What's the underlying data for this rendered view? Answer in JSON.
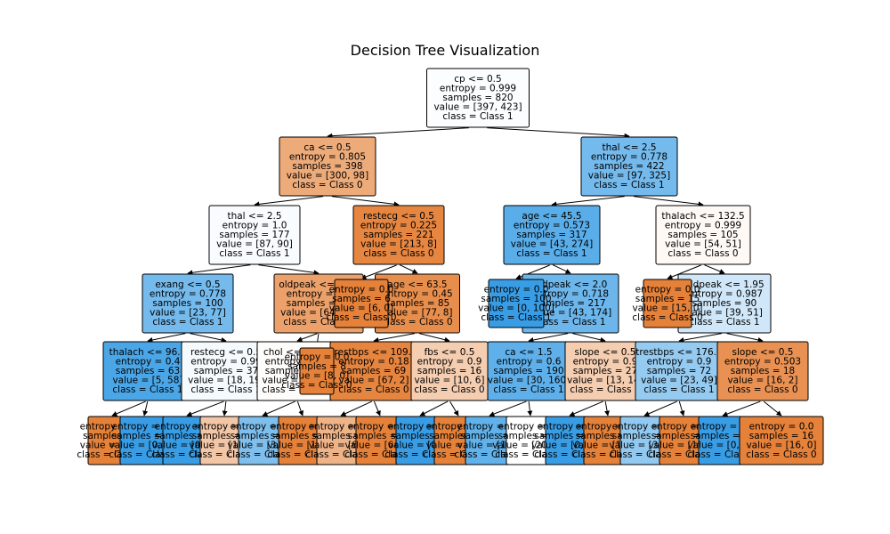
{
  "title": "Decision Tree Visualization",
  "colors": {
    "class0": "#e58139",
    "class1": "#399de5",
    "edge": "#000000",
    "border": "#000000"
  },
  "nodes": [
    {
      "id": "root",
      "lines": [
        "cp <= 0.5",
        "entropy = 0.999",
        "samples = 820",
        "value = [397, 423]",
        "class = Class 1"
      ],
      "cls": 1,
      "purity": 0.02
    },
    {
      "id": "n1",
      "lines": [
        "ca <= 0.5",
        "entropy = 0.805",
        "samples = 398",
        "value = [300, 98]",
        "class = Class 0"
      ],
      "cls": 0,
      "purity": 0.67
    },
    {
      "id": "n2",
      "lines": [
        "thal <= 2.5",
        "entropy = 0.778",
        "samples = 422",
        "value = [97, 325]",
        "class = Class 1"
      ],
      "cls": 1,
      "purity": 0.7
    },
    {
      "id": "n11",
      "lines": [
        "thal <= 2.5",
        "entropy = 1.0",
        "samples = 177",
        "value = [87, 90]",
        "class = Class 1"
      ],
      "cls": 1,
      "purity": 0.03
    },
    {
      "id": "n12",
      "lines": [
        "restecg <= 0.5",
        "entropy = 0.225",
        "samples = 221",
        "value = [213, 8]",
        "class = Class 0"
      ],
      "cls": 0,
      "purity": 0.96
    },
    {
      "id": "n21",
      "lines": [
        "age <= 45.5",
        "entropy = 0.573",
        "samples = 317",
        "value = [43, 274]",
        "class = Class 1"
      ],
      "cls": 1,
      "purity": 0.84
    },
    {
      "id": "n22",
      "lines": [
        "thalach <= 132.5",
        "entropy = 0.999",
        "samples = 105",
        "value = [54, 51]",
        "class = Class 0"
      ],
      "cls": 0,
      "purity": 0.05
    },
    {
      "id": "n111",
      "lines": [
        "exang <= 0.5",
        "entropy = 0.778",
        "samples = 100",
        "value = [23, 77]",
        "class = Class 1"
      ],
      "cls": 1,
      "purity": 0.7
    },
    {
      "id": "n112",
      "lines": [
        "oldpeak <= 0.65",
        "entropy = 0.5",
        "samples = 77",
        "value = [64, 13]",
        "class = Class 0"
      ],
      "cls": 0,
      "purity": 0.75
    },
    {
      "id": "n121",
      "lines": [
        "entropy = 0.0",
        "samples = 6",
        "value = [6, 0]",
        "class = Class 0"
      ],
      "cls": 0,
      "purity": 1.0
    },
    {
      "id": "n122",
      "lines": [
        "age <= 63.5",
        "entropy = 0.45",
        "samples = 85",
        "value = [77, 8]",
        "class = Class 0"
      ],
      "cls": 0,
      "purity": 0.9
    },
    {
      "id": "n211",
      "lines": [
        "entropy = 0.0",
        "samples = 100",
        "value = [0, 100]",
        "class = Class 1"
      ],
      "cls": 1,
      "purity": 1.0
    },
    {
      "id": "n212",
      "lines": [
        "oldpeak <= 2.0",
        "entropy = 0.718",
        "samples = 217",
        "value = [43, 174]",
        "class = Class 1"
      ],
      "cls": 1,
      "purity": 0.74
    },
    {
      "id": "n221",
      "lines": [
        "entropy = 0.0",
        "samples = 15",
        "value = [15, 0]",
        "class = Class 0"
      ],
      "cls": 0,
      "purity": 1.0
    },
    {
      "id": "n222",
      "lines": [
        "oldpeak <= 1.95",
        "entropy = 0.987",
        "samples = 90",
        "value = [39, 51]",
        "class = Class 1"
      ],
      "cls": 1,
      "purity": 0.24
    },
    {
      "id": "n1111",
      "lines": [
        "thalach <= 96.5",
        "entropy = 0.4",
        "samples = 63",
        "value = [5, 58]",
        "class = Class 1"
      ],
      "cls": 1,
      "purity": 0.91
    },
    {
      "id": "n1112",
      "lines": [
        "restecg <= 0.5",
        "entropy = 0.99",
        "samples = 37",
        "value = [18, 19]",
        "class = Class 1"
      ],
      "cls": 1,
      "purity": 0.05
    },
    {
      "id": "n1121",
      "lines": [
        "chol <= 220.5",
        "entropy = 0.9",
        "samples = 19",
        "value = [13, 6]",
        "class = Class 0"
      ],
      "cls": 0,
      "purity": 0.02
    },
    {
      "id": "n1122",
      "lines": [
        "entropy = 0.0",
        "samples = 8",
        "value = [8, 0]",
        "class = Class 0"
      ],
      "cls": 0,
      "purity": 1.0
    },
    {
      "id": "n1221",
      "lines": [
        "trestbps <= 109.0",
        "entropy = 0.18",
        "samples = 69",
        "value = [67, 2]",
        "class = Class 0"
      ],
      "cls": 0,
      "purity": 0.97
    },
    {
      "id": "n1222",
      "lines": [
        "fbs <= 0.5",
        "entropy = 0.9",
        "samples = 16",
        "value = [10, 6]",
        "class = Class 0"
      ],
      "cls": 0,
      "purity": 0.4
    },
    {
      "id": "n2121",
      "lines": [
        "ca <= 1.5",
        "entropy = 0.6",
        "samples = 190",
        "value = [30, 160]",
        "class = Class 1"
      ],
      "cls": 1,
      "purity": 0.81
    },
    {
      "id": "n2122",
      "lines": [
        "slope <= 0.5",
        "entropy = 0.9",
        "samples = 27",
        "value = [13, 14]",
        "class = Class 0"
      ],
      "cls": 0,
      "purity": 0.4
    },
    {
      "id": "n2221",
      "lines": [
        "trestbps <= 176.0",
        "entropy = 0.9",
        "samples = 72",
        "value = [23, 49]",
        "class = Class 1"
      ],
      "cls": 1,
      "purity": 0.53
    },
    {
      "id": "n2222",
      "lines": [
        "slope <= 0.5",
        "entropy = 0.503",
        "samples = 18",
        "value = [16, 2]",
        "class = Class 0"
      ],
      "cls": 0,
      "purity": 0.87
    },
    {
      "id": "L1",
      "lines": [
        "entropy = 0.0",
        "samples = 5",
        "value = [5, 0]",
        "class = Class 0"
      ],
      "cls": 0,
      "purity": 1.0
    },
    {
      "id": "L2",
      "lines": [
        "entropy = 0.0",
        "samples = 58",
        "value = [0, 58]",
        "class = Class 1"
      ],
      "cls": 1,
      "purity": 1.0
    },
    {
      "id": "L3",
      "lines": [
        "entropy = 0.0",
        "samples = 10",
        "value = [0, 10]",
        "class = Class 1"
      ],
      "cls": 1,
      "purity": 1.0
    },
    {
      "id": "L4",
      "lines": [
        "entropy = 0.9",
        "samples = 27",
        "value = [18, 9]",
        "class = Class 0"
      ],
      "cls": 0,
      "purity": 0.45
    },
    {
      "id": "L5",
      "lines": [
        "entropy = 0.6",
        "samples = 14",
        "value = [3, 11]",
        "class = Class 1"
      ],
      "cls": 1,
      "purity": 0.65
    },
    {
      "id": "L6",
      "lines": [
        "entropy = 0.0",
        "samples = 11",
        "value = [11, 0]",
        "class = Class 0"
      ],
      "cls": 0,
      "purity": 1.0
    },
    {
      "id": "L7",
      "lines": [
        "entropy = 0.8",
        "samples = 8",
        "value = [6, 2]",
        "class = Class 0"
      ],
      "cls": 0,
      "purity": 0.6
    },
    {
      "id": "L8",
      "lines": [
        "entropy = 0.0",
        "samples = 64",
        "value = [64, 0]",
        "class = Class 0"
      ],
      "cls": 0,
      "purity": 1.0
    },
    {
      "id": "L9",
      "lines": [
        "entropy = 0.0",
        "samples = 5",
        "value = [0, 5]",
        "class = Class 1"
      ],
      "cls": 1,
      "purity": 1.0
    },
    {
      "id": "L10",
      "lines": [
        "entropy = 0.0",
        "samples = 9",
        "value = [9, 0]",
        "class = Class 0"
      ],
      "cls": 0,
      "purity": 1.0
    },
    {
      "id": "L11",
      "lines": [
        "entropy = 0.8",
        "samples = 7",
        "value = [1, 6]",
        "class = Class 1"
      ],
      "cls": 1,
      "purity": 0.8
    },
    {
      "id": "L12",
      "lines": [
        "entropy = 1.0",
        "samples = 40",
        "value = [20, 20]",
        "class = Class 1"
      ],
      "cls": 1,
      "purity": 0.0
    },
    {
      "id": "L13",
      "lines": [
        "entropy = 0.0",
        "samples = 150",
        "value = [0, 150]",
        "class = Class 1"
      ],
      "cls": 1,
      "purity": 1.0
    },
    {
      "id": "L14",
      "lines": [
        "entropy = 0.0",
        "samples = 10",
        "value = [10, 0]",
        "class = Class 0"
      ],
      "cls": 0,
      "purity": 1.0
    },
    {
      "id": "L15",
      "lines": [
        "entropy = 0.8",
        "samples = 17",
        "value = [3, 14]",
        "class = Class 1"
      ],
      "cls": 1,
      "purity": 0.55
    },
    {
      "id": "L16",
      "lines": [
        "entropy = 0.0",
        "samples = 19",
        "value = [19, 0]",
        "class = Class 0"
      ],
      "cls": 0,
      "purity": 1.0
    },
    {
      "id": "L17",
      "lines": [
        "entropy = 0.0",
        "samples = 53",
        "value = [0, 53]",
        "class = Class 1"
      ],
      "cls": 1,
      "purity": 1.0
    },
    {
      "id": "L18",
      "lines": [
        "entropy = 0.0",
        "samples = 2",
        "value = [2, 0]",
        "class = Class 0"
      ],
      "cls": 0,
      "purity": 1.0
    },
    {
      "id": "L19",
      "lines": [
        "entropy = 0.0",
        "samples = 16",
        "value = [16, 0]",
        "class = Class 0"
      ],
      "cls": 0,
      "purity": 1.0
    }
  ],
  "edges": [
    [
      "root",
      "n1"
    ],
    [
      "root",
      "n2"
    ],
    [
      "n1",
      "n11"
    ],
    [
      "n1",
      "n12"
    ],
    [
      "n2",
      "n21"
    ],
    [
      "n2",
      "n22"
    ],
    [
      "n11",
      "n111"
    ],
    [
      "n11",
      "n112"
    ],
    [
      "n12",
      "n121"
    ],
    [
      "n12",
      "n122"
    ],
    [
      "n21",
      "n211"
    ],
    [
      "n21",
      "n212"
    ],
    [
      "n22",
      "n221"
    ],
    [
      "n22",
      "n222"
    ],
    [
      "n111",
      "n1111"
    ],
    [
      "n111",
      "n1112"
    ],
    [
      "n112",
      "n1121"
    ],
    [
      "n112",
      "n1122"
    ],
    [
      "n122",
      "n1221"
    ],
    [
      "n122",
      "n1222"
    ],
    [
      "n212",
      "n2121"
    ],
    [
      "n212",
      "n2122"
    ],
    [
      "n222",
      "n2221"
    ],
    [
      "n222",
      "n2222"
    ],
    [
      "n1111",
      "L1"
    ],
    [
      "n1111",
      "L2"
    ],
    [
      "n1112",
      "L3"
    ],
    [
      "n1112",
      "L4"
    ],
    [
      "n1121",
      "L5"
    ],
    [
      "n1121",
      "L6"
    ],
    [
      "n1221",
      "L7"
    ],
    [
      "n1221",
      "L8"
    ],
    [
      "n1222",
      "L9"
    ],
    [
      "n1222",
      "L10"
    ],
    [
      "n2121",
      "L11"
    ],
    [
      "n2121",
      "L12"
    ],
    [
      "n2122",
      "L13"
    ],
    [
      "n2122",
      "L14"
    ],
    [
      "n2221",
      "L15"
    ],
    [
      "n2221",
      "L16"
    ],
    [
      "n2222",
      "L17"
    ],
    [
      "n2222",
      "L19"
    ]
  ]
}
